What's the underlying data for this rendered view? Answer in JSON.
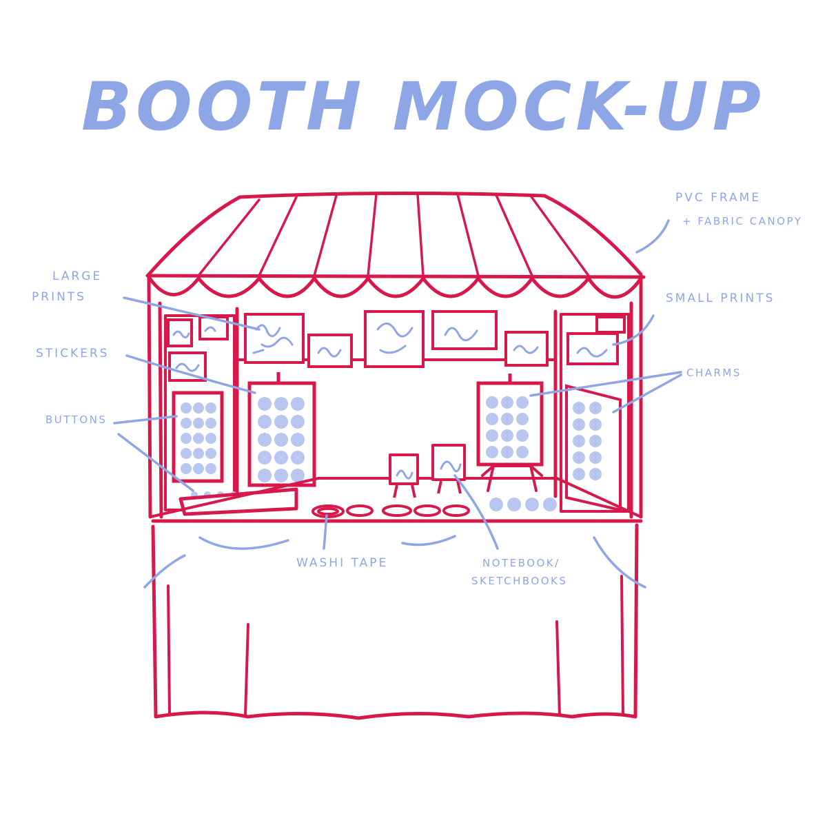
{
  "title": "BOOTH MOCK-UP",
  "colors": {
    "frame": "#d6194a",
    "annotation": "#8ea6e6",
    "fill": "#b8c6f0",
    "background": "#ffffff"
  },
  "labels": {
    "pvc_frame_line1": "PVC FRAME",
    "pvc_frame_line2": "+ FABRIC CANOPY",
    "large_prints_line1": "LARGE",
    "large_prints_line2": "PRINTS",
    "small_prints": "SMALL PRINTS",
    "stickers": "STICKERS",
    "charms": "CHARMS",
    "buttons": "BUTTONS",
    "washi_tape": "WASHI TAPE",
    "notebook_line1": "NOTEBOOK/",
    "notebook_line2": "SKETCHBOOKS"
  }
}
